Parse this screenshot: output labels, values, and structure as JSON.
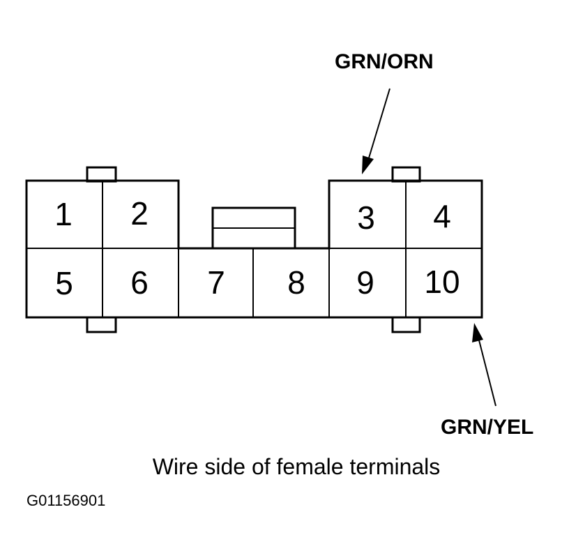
{
  "connector": {
    "pins": [
      "1",
      "2",
      "3",
      "4",
      "5",
      "6",
      "7",
      "8",
      "9",
      "10"
    ]
  },
  "callouts": {
    "top": {
      "label": "GRN/ORN"
    },
    "bottom": {
      "label": "GRN/YEL"
    }
  },
  "caption": "Wire side of female terminals",
  "figure_code": "G01156901"
}
